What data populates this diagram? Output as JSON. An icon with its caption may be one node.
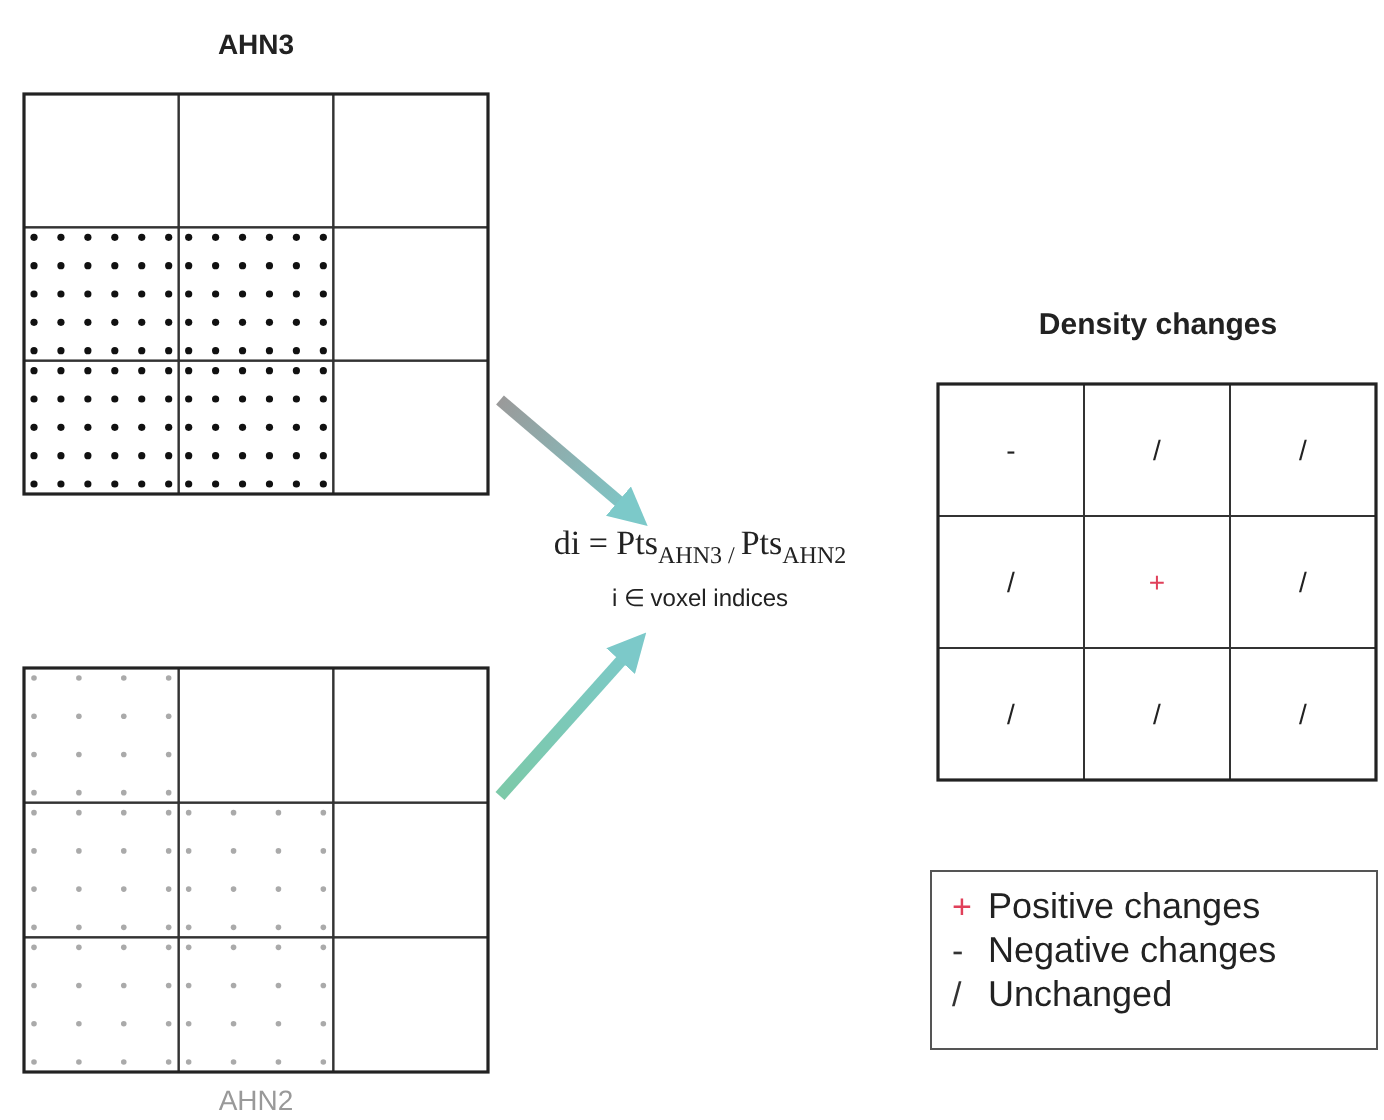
{
  "diagram": {
    "nodes": [
      {
        "text": [
          "AHN3"
        ]
      },
      {
        "text": [
          "AHN2"
        ]
      },
      {
        "text": [
          "di = Pts$_{AHN3 / }$Pts$_{AHN2}$",
          "i ∈ voxel indices"
        ]
      },
      {
        "text": [
          "Density changes"
        ]
      }
    ],
    "edges": [
      {
        "from": 0,
        "to": 2,
        "arrow": "to"
      },
      {
        "from": 1,
        "to": 2,
        "arrow": "to"
      }
    ],
    "labels": [
      "-",
      "/",
      "/",
      "/",
      "+",
      "/",
      "/",
      "/",
      "/",
      "+",
      "-",
      "/"
    ],
    "legend": [
      {
        "text": "Positive changes"
      },
      {
        "text": "Negative changes"
      },
      {
        "text": "Unchanged"
      }
    ]
  }
}
